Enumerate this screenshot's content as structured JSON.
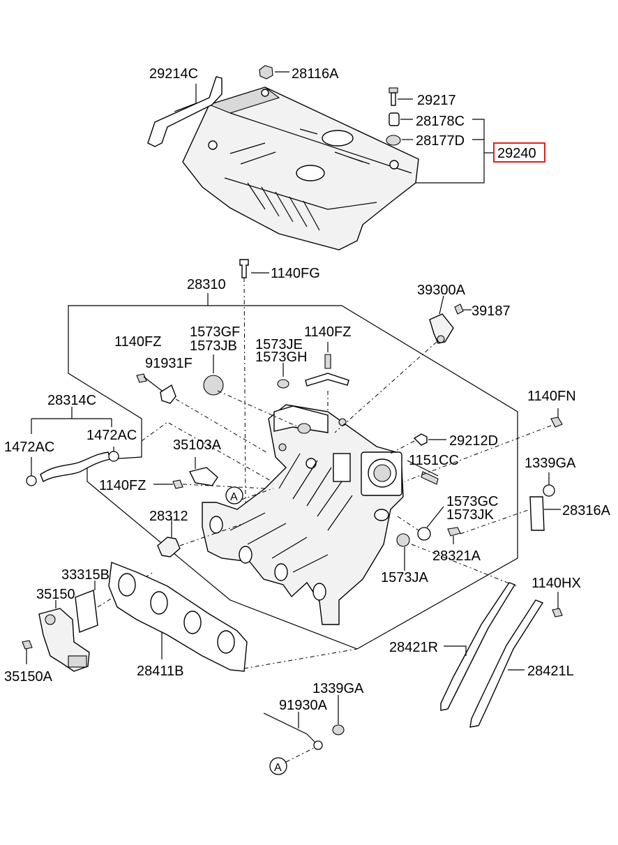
{
  "labels": {
    "l_29214C": "29214C",
    "l_28116A": "28116A",
    "l_29217": "29217",
    "l_28178C": "28178C",
    "l_28177D": "28177D",
    "l_29240": "29240",
    "l_1140FG": "1140FG",
    "l_28310": "28310",
    "l_39300A": "39300A",
    "l_39187": "39187",
    "l_1573GF": "1573GF",
    "l_1573JB": "1573JB",
    "l_1140FZ_top": "1140FZ",
    "l_1140FZ_left": "1140FZ",
    "l_1140FZ_mid": "1140FZ",
    "l_1573JE": "1573JE",
    "l_1573GH": "1573GH",
    "l_91931F": "91931F",
    "l_28314C": "28314C",
    "l_1140FN": "1140FN",
    "l_1472AC_left": "1472AC",
    "l_1472AC_right": "1472AC",
    "l_35103A": "35103A",
    "l_29212D": "29212D",
    "l_1151CC": "1151CC",
    "l_1339GA_right": "1339GA",
    "l_28312": "28312",
    "l_1573GC": "1573GC",
    "l_1573JK": "1573JK",
    "l_28316A": "28316A",
    "l_28321A": "28321A",
    "l_33315B": "33315B",
    "l_35150": "35150",
    "l_1573JA": "1573JA",
    "l_1140HX": "1140HX",
    "l_28421R": "28421R",
    "l_28421L": "28421L",
    "l_35150A": "35150A",
    "l_28411B": "28411B",
    "l_1339GA_bottom": "1339GA",
    "l_91930A": "91930A",
    "ref_A_top": "A",
    "ref_A_bottom": "A"
  },
  "highlight": {
    "part": "29240",
    "color": "#e0201c"
  }
}
